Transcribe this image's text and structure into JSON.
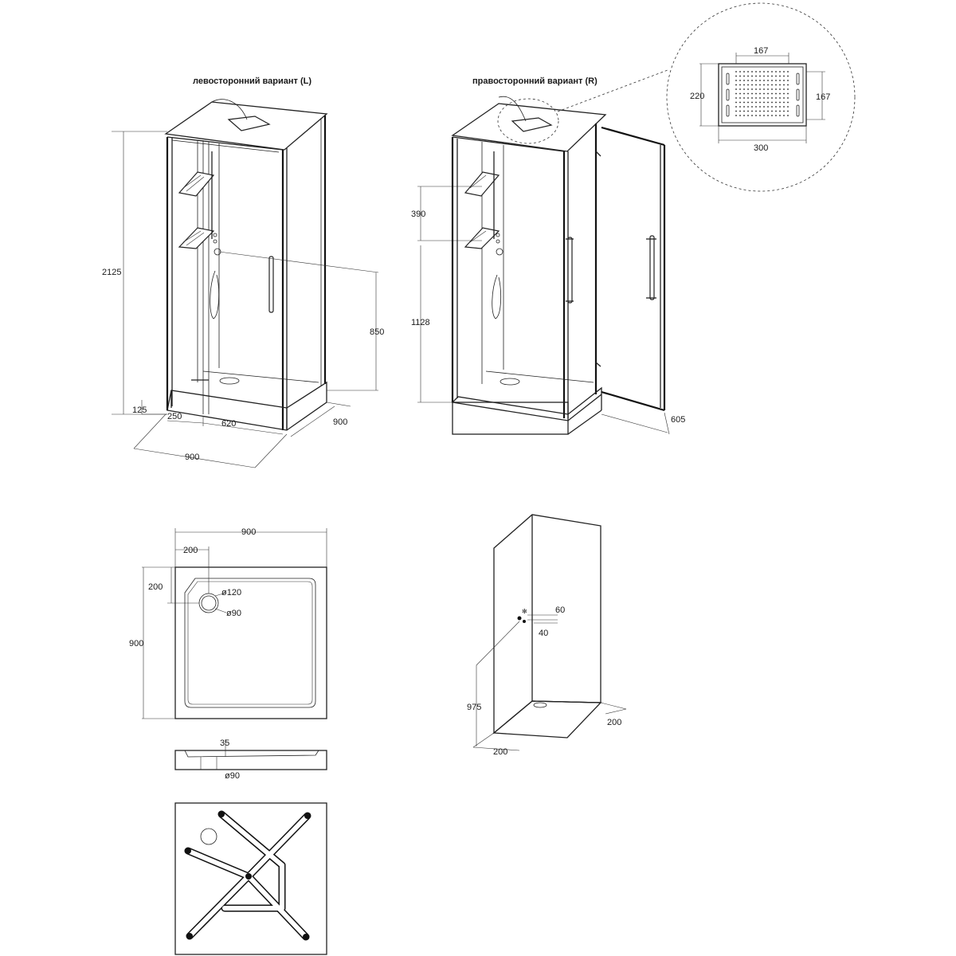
{
  "titles": {
    "left_variant": "левосторонний вариант (L)",
    "right_variant": "правосторонний вариант (R)"
  },
  "left_view": {
    "height": "2125",
    "front_offset": "125",
    "left_panel": "250",
    "door_width": "620",
    "depth": "900",
    "width": "900",
    "mixer_height": "850"
  },
  "right_view": {
    "shelf_gap": "390",
    "shelf_height": "1128",
    "door_open": "605"
  },
  "detail": {
    "top_width": "167",
    "right_height": "167",
    "height": "220",
    "width": "300"
  },
  "tray_plan": {
    "width": "900",
    "drain_x": "200",
    "drain_y": "200",
    "height": "900",
    "outer_dia": "ø120",
    "inner_dia": "ø90"
  },
  "tray_section": {
    "depth": "35",
    "drain_dia": "ø90"
  },
  "back_view": {
    "spacing_a": "60",
    "spacing_b": "40",
    "height": "975",
    "left_offset": "200",
    "right_offset": "200"
  }
}
